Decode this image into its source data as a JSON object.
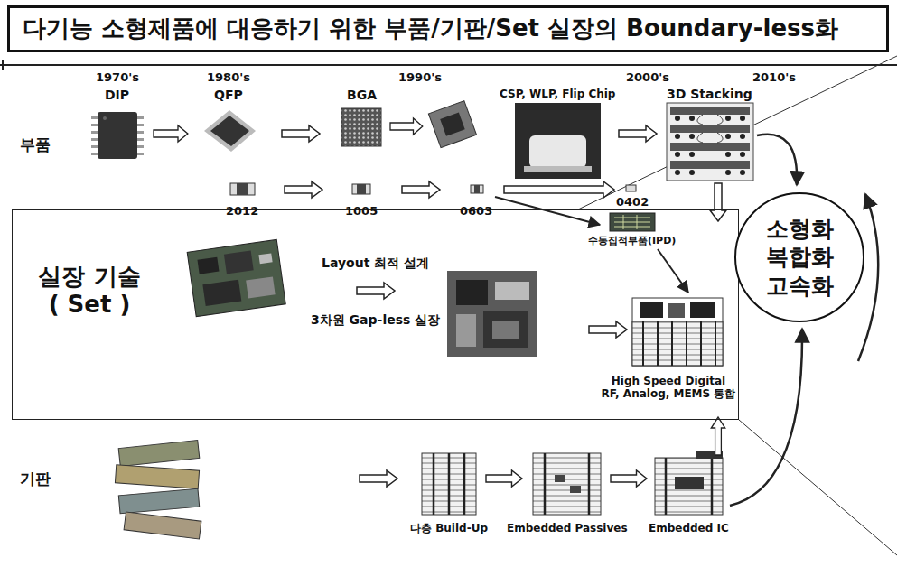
{
  "diagram": {
    "title": "다기능 소형제품에 대응하기 위한 부품/기판/Set 실장의 Boundary-less화",
    "nodes": [
      {
        "text": [
          "실장 기술 ( Set )",
          "Layout 최적 설계",
          "3차원 Gap-less 실장",
          "High Speed Digital RF, Analog, MEMS 통합"
        ]
      },
      {
        "text": [
          "소형화 복합화 고속화"
        ]
      }
    ],
    "labels": [
      "1970's",
      "1980's",
      "1990's",
      "2000's",
      "2010's",
      "DIP",
      "QFP",
      "BGA",
      "CSP, WLP, Flip Chip",
      "3D Stacking",
      "부품",
      "2012",
      "1005",
      "0603",
      "0402",
      "수동집적부품(IPD)",
      "기판",
      "다층 Build-Up",
      "Embedded Passives",
      "Embedded IC"
    ]
  }
}
